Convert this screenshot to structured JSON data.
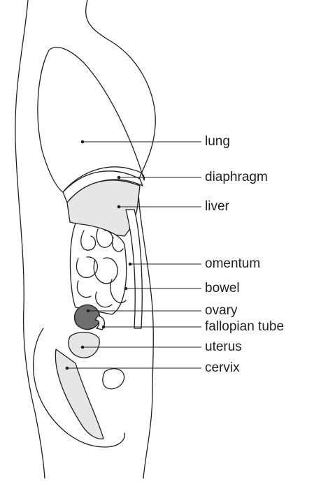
{
  "labels": {
    "lung": "lung",
    "diaphragm": "diaphragm",
    "liver": "liver",
    "omentum": "omentum",
    "bowel": "bowel",
    "ovary": "ovary",
    "fallopian_tube": "fallopian tube",
    "uterus": "uterus",
    "cervix": "cervix"
  },
  "colors": {
    "outline": "#1f1f1f",
    "organ_fill": "#e6e6e6",
    "ovary_fill": "#6f6f6f",
    "background": "#ffffff"
  }
}
